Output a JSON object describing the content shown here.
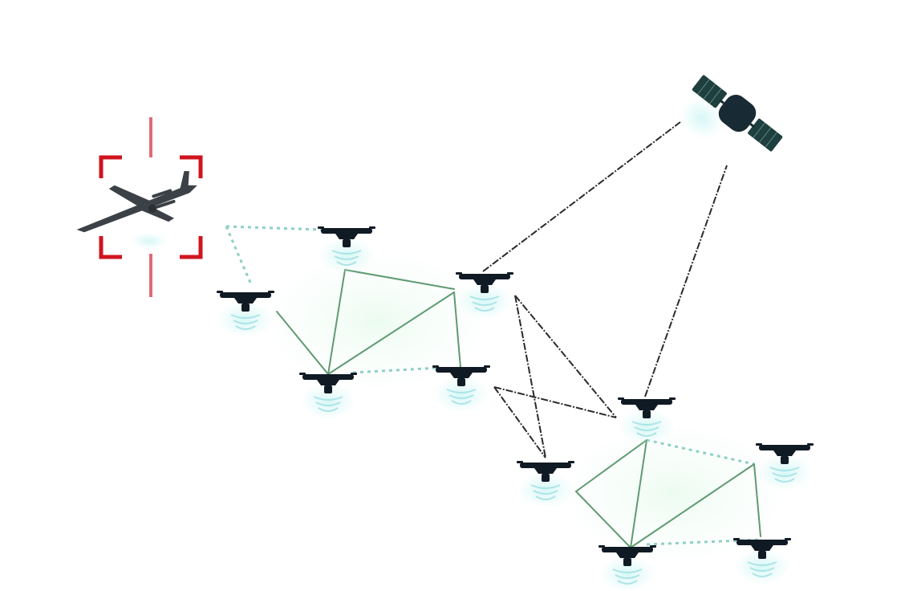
{
  "diagram": {
    "colors": {
      "background": "#ffffff",
      "target_bracket": "#d0141f",
      "target_line": "#e06b78",
      "drone_body": "#101a24",
      "signal_glow": "#bfeff0",
      "mesh_link": "#5f9a72",
      "dotted_link": "#8fd0c6",
      "relay_link": "#2a2a2a",
      "satellite_panel": "#1f3f3f",
      "satellite_body": "#182a33",
      "fixed_wing": "#3b4146"
    },
    "nodes": [
      {
        "id": "d1",
        "kind": "quadcopter"
      },
      {
        "id": "d2",
        "kind": "quadcopter"
      },
      {
        "id": "d3",
        "kind": "quadcopter"
      },
      {
        "id": "d4",
        "kind": "quadcopter"
      },
      {
        "id": "d5",
        "kind": "quadcopter"
      },
      {
        "id": "d6",
        "kind": "quadcopter"
      },
      {
        "id": "d7",
        "kind": "quadcopter"
      },
      {
        "id": "d8",
        "kind": "quadcopter"
      },
      {
        "id": "d9",
        "kind": "quadcopter"
      },
      {
        "id": "d10",
        "kind": "quadcopter"
      },
      {
        "id": "d11",
        "kind": "quadcopter"
      },
      {
        "id": "sat",
        "kind": "satellite"
      },
      {
        "id": "uav",
        "kind": "fixed-wing",
        "targeted": true
      }
    ],
    "links": [
      {
        "from": "d3",
        "to": "d1",
        "style": "mesh"
      },
      {
        "from": "d3",
        "to": "d2",
        "style": "mesh"
      },
      {
        "from": "d3",
        "to": "d4",
        "style": "mesh"
      },
      {
        "from": "d3",
        "to": "d5",
        "style": "dotted"
      },
      {
        "from": "d2",
        "to": "d4",
        "style": "mesh"
      },
      {
        "from": "d4",
        "to": "d5",
        "style": "mesh"
      },
      {
        "from": "d1",
        "to": "d2",
        "style": "dotted"
      },
      {
        "from": "d1",
        "to": "uav",
        "style": "dotted"
      },
      {
        "from": "d4",
        "to": "sat",
        "style": "relay"
      },
      {
        "from": "d6",
        "to": "sat",
        "style": "relay"
      },
      {
        "from": "d4",
        "to": "d7",
        "style": "relay"
      },
      {
        "from": "d4",
        "to": "d6",
        "style": "relay"
      },
      {
        "from": "d6",
        "to": "d8",
        "style": "relay"
      },
      {
        "from": "d7",
        "to": "d8",
        "style": "relay"
      },
      {
        "from": "d6",
        "to": "d9",
        "style": "mesh"
      },
      {
        "from": "d6",
        "to": "d10",
        "style": "dotted"
      },
      {
        "from": "d6",
        "to": "d11",
        "style": "mesh"
      },
      {
        "from": "d9",
        "to": "d11",
        "style": "mesh"
      },
      {
        "from": "d10",
        "to": "d11",
        "style": "mesh"
      },
      {
        "from": "d7",
        "to": "d9",
        "style": "mesh"
      },
      {
        "from": "d9",
        "to": "d11",
        "style": "dotted"
      }
    ]
  }
}
